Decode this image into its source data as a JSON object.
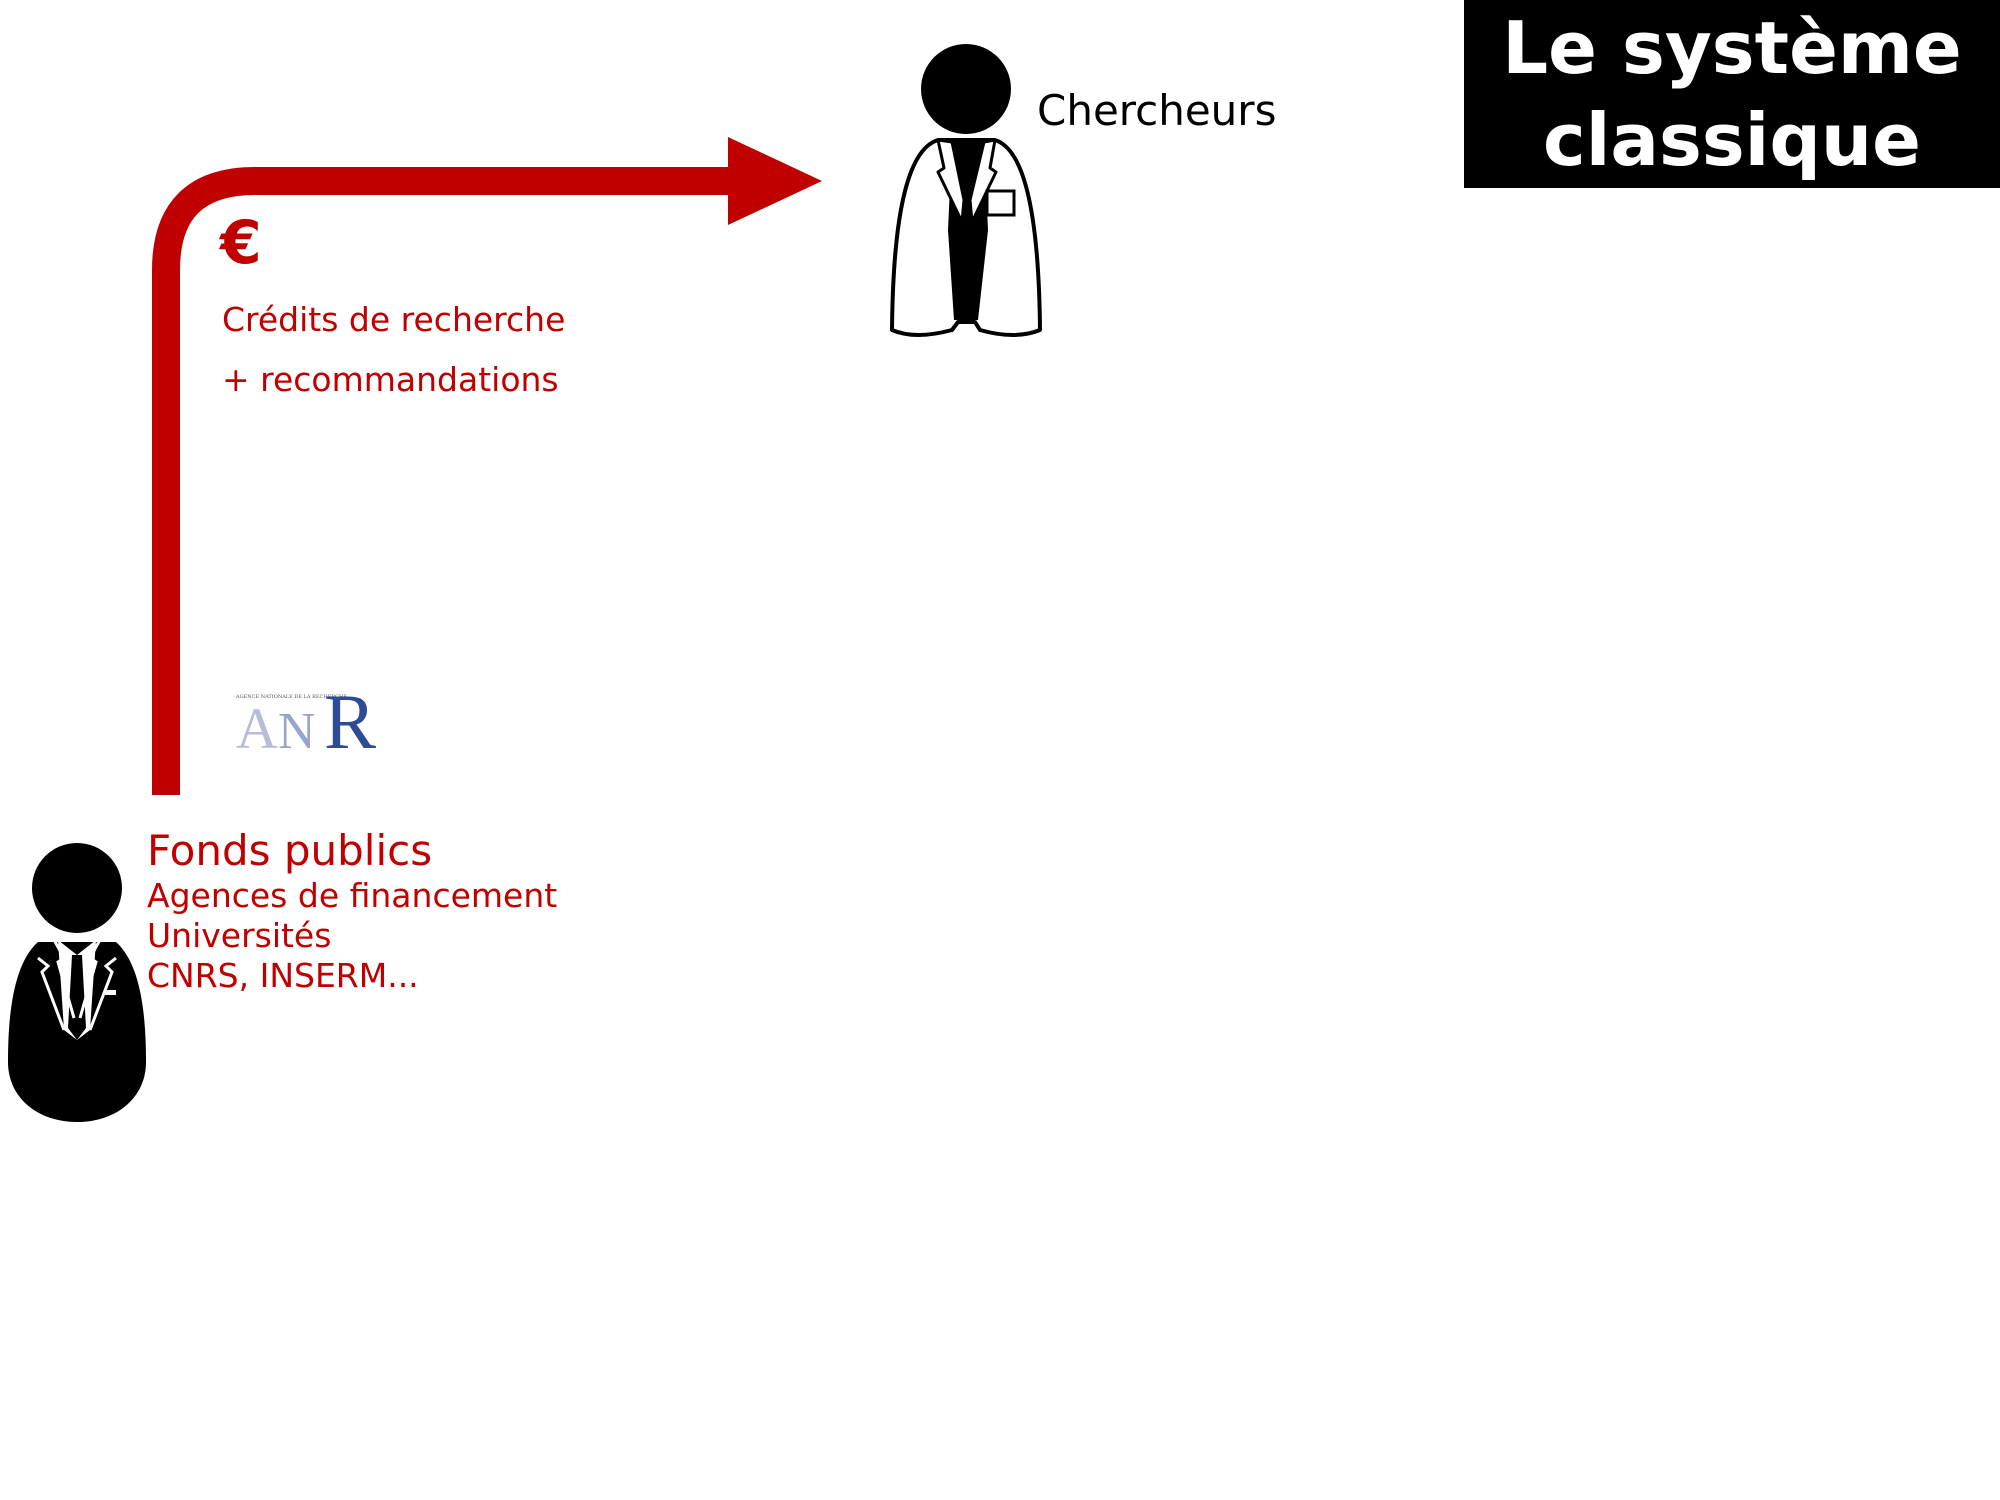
{
  "title": {
    "line1": "Le système",
    "line2": "classique"
  },
  "researchers": {
    "label": "Chercheurs"
  },
  "flow": {
    "currency_symbol": "€",
    "line1": "Crédits de recherche",
    "line2": "+ recommandations"
  },
  "funders": {
    "title": "Fonds publics",
    "lines": [
      "Agences de financement",
      "Universités",
      "CNRS, INSERM..."
    ]
  },
  "logo": {
    "text_a": "A",
    "text_n": "N",
    "text_r": "R",
    "tagline": "AGENCE NATIONALE DE LA RECHERCHE"
  },
  "colors": {
    "accent": "#c00000",
    "text": "#000000",
    "title_bg": "#000000",
    "title_fg": "#ffffff",
    "logo_light": "#b8bcd6",
    "logo_dark": "#2e4b96"
  },
  "icons": {
    "researcher": "scientist-lab-coat-icon",
    "funder": "businessman-suit-icon",
    "arrow": "flow-arrow-icon"
  }
}
